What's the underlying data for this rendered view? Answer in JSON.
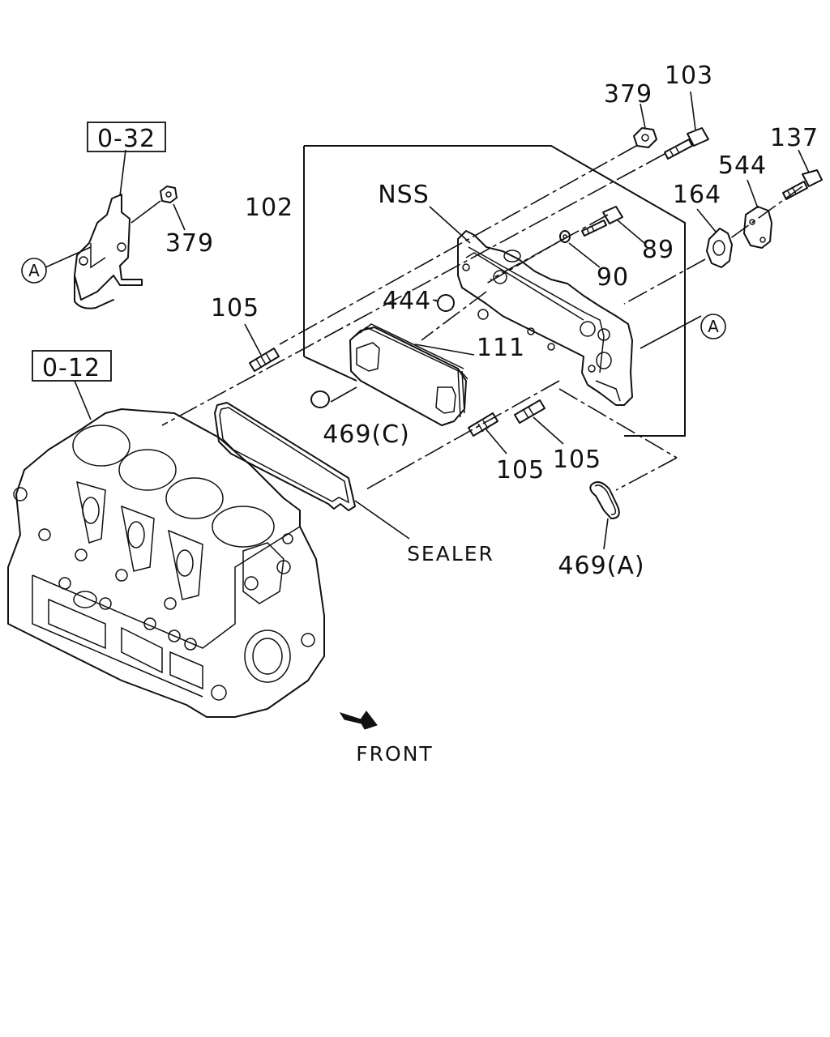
{
  "diagram": {
    "callouts": {
      "ref_032": "0-32",
      "ref_012": "0-12",
      "lbl_379_top": "379",
      "lbl_103": "103",
      "lbl_137": "137",
      "lbl_544": "544",
      "lbl_164": "164",
      "lbl_102": "102",
      "lbl_nss": "NSS",
      "lbl_379_left": "379",
      "lbl_89": "89",
      "lbl_90": "90",
      "lbl_444": "444",
      "lbl_111": "111",
      "lbl_105_left": "105",
      "lbl_469c": "469(C)",
      "lbl_105_mid": "105",
      "lbl_105_right": "105",
      "lbl_469a": "469(A)",
      "lbl_sealer": "SEALER",
      "lbl_front": "FRONT",
      "circle_a_left": "A",
      "circle_a_right": "A"
    }
  }
}
